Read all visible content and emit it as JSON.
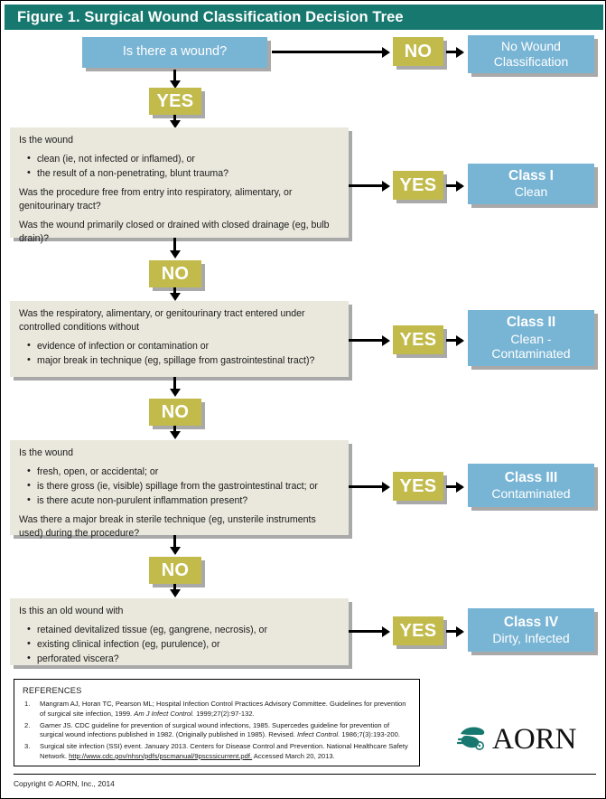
{
  "header": {
    "title": "Figure 1.  Surgical Wound Classification Decision Tree"
  },
  "colors": {
    "header_teal": "#17786f",
    "decision_olive": "#c2bb4c",
    "result_blue": "#78b4d4",
    "question_beige": "#eae8dd",
    "shadow_gray": "#a9a9a9",
    "logo_teal": "#17786f"
  },
  "start": {
    "question": "Is there a wound?",
    "no_label": "NO",
    "yes_label": "YES",
    "no_result": {
      "title": "No Wound",
      "sub": "Classification"
    }
  },
  "steps": [
    {
      "id": "class-1",
      "blocks": [
        {
          "lead": "Is the wound",
          "bullets": [
            "clean (ie, not infected or inflamed), or",
            "the result of a non-penetrating, blunt trauma?"
          ]
        },
        {
          "lead": "Was the procedure free from entry into respiratory, alimentary, or genitourinary tract?",
          "bullets": []
        },
        {
          "lead": "Was the wound primarily closed or drained with closed drainage (eg, bulb drain)?",
          "bullets": []
        }
      ],
      "yes_label": "YES",
      "no_label": "NO",
      "result": {
        "title": "Class I",
        "sub": "Clean",
        "sub2": ""
      }
    },
    {
      "id": "class-2",
      "blocks": [
        {
          "lead": "Was the respiratory, alimentary, or genitourinary tract entered under controlled conditions without",
          "bullets": [
            "evidence of infection or contamination or",
            "major break in technique (eg, spillage from gastrointestinal tract)?"
          ]
        }
      ],
      "yes_label": "YES",
      "no_label": "NO",
      "result": {
        "title": "Class II",
        "sub": "Clean -",
        "sub2": "Contaminated"
      }
    },
    {
      "id": "class-3",
      "blocks": [
        {
          "lead": "Is the wound",
          "bullets": [
            "fresh, open, or accidental; or",
            "is there gross (ie, visible) spillage from the gastrointestinal tract; or",
            "is there acute non-purulent inflammation present?"
          ]
        },
        {
          "lead": "Was there a major break in sterile technique (eg, unsterile instruments used) during the procedure?",
          "bullets": []
        }
      ],
      "yes_label": "YES",
      "no_label": "NO",
      "result": {
        "title": "Class III",
        "sub": "Contaminated",
        "sub2": ""
      }
    },
    {
      "id": "class-4",
      "blocks": [
        {
          "lead": "Is this an old wound with",
          "bullets": [
            "retained devitalized tissue (eg, gangrene, necrosis), or",
            "existing clinical infection (eg, purulence), or",
            "perforated viscera?"
          ]
        }
      ],
      "yes_label": "YES",
      "no_label": "",
      "result": {
        "title": "Class IV",
        "sub": "Dirty, Infected",
        "sub2": ""
      }
    }
  ],
  "references": {
    "heading": "REFERENCES",
    "items": [
      {
        "num": "1.",
        "pre": "Mangram AJ, Horan TC, Pearson ML; Hospital Infection Control Practices Advisory Committee. Guidelines for prevention of surgical site infection, 1999. ",
        "italic": "Am J Infect Control.",
        "post": " 1999;27(2):97-132.",
        "url": "",
        "tail": ""
      },
      {
        "num": "2.",
        "pre": "Garner JS. CDC guideline for prevention of surgical wound infections, 1985. Supercedes guideline for prevention of surgical wound infections published in 1982. (Originally published in 1985). Revised. ",
        "italic": "Infect Control.",
        "post": " 1986;7(3):193-200.",
        "url": "",
        "tail": ""
      },
      {
        "num": "3.",
        "pre": "Surgical site infection (SSI) event. January 2013. Centers for Disease Control and Prevention. National Healthcare Safety Network. ",
        "italic": "",
        "post": "",
        "url": "http://www.cdc.gov/nhsn/pdfs/pscmanual/9pscssicurrent.pdf.",
        "tail": "  Accessed March 20, 2013."
      }
    ]
  },
  "logo": {
    "word": "AORN",
    "icon": "aorn-surgeon-icon"
  },
  "copyright": "Copyright © AORN, Inc., 2014"
}
